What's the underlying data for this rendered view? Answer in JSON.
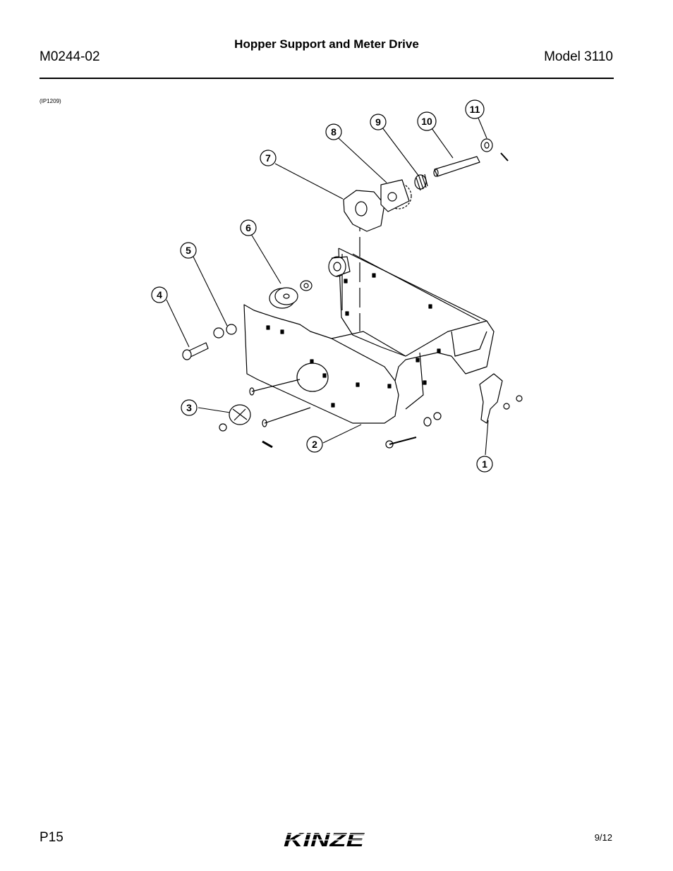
{
  "header": {
    "doc_number": "M0244-02",
    "title": "Hopper Support and Meter Drive",
    "model": "Model 3110"
  },
  "figure": {
    "id": "(IP1209)",
    "callouts": [
      "1",
      "2",
      "3",
      "4",
      "5",
      "6",
      "7",
      "8",
      "9",
      "10",
      "11"
    ]
  },
  "footer": {
    "page": "P15",
    "brand": "KINZE",
    "date": "9/12"
  }
}
